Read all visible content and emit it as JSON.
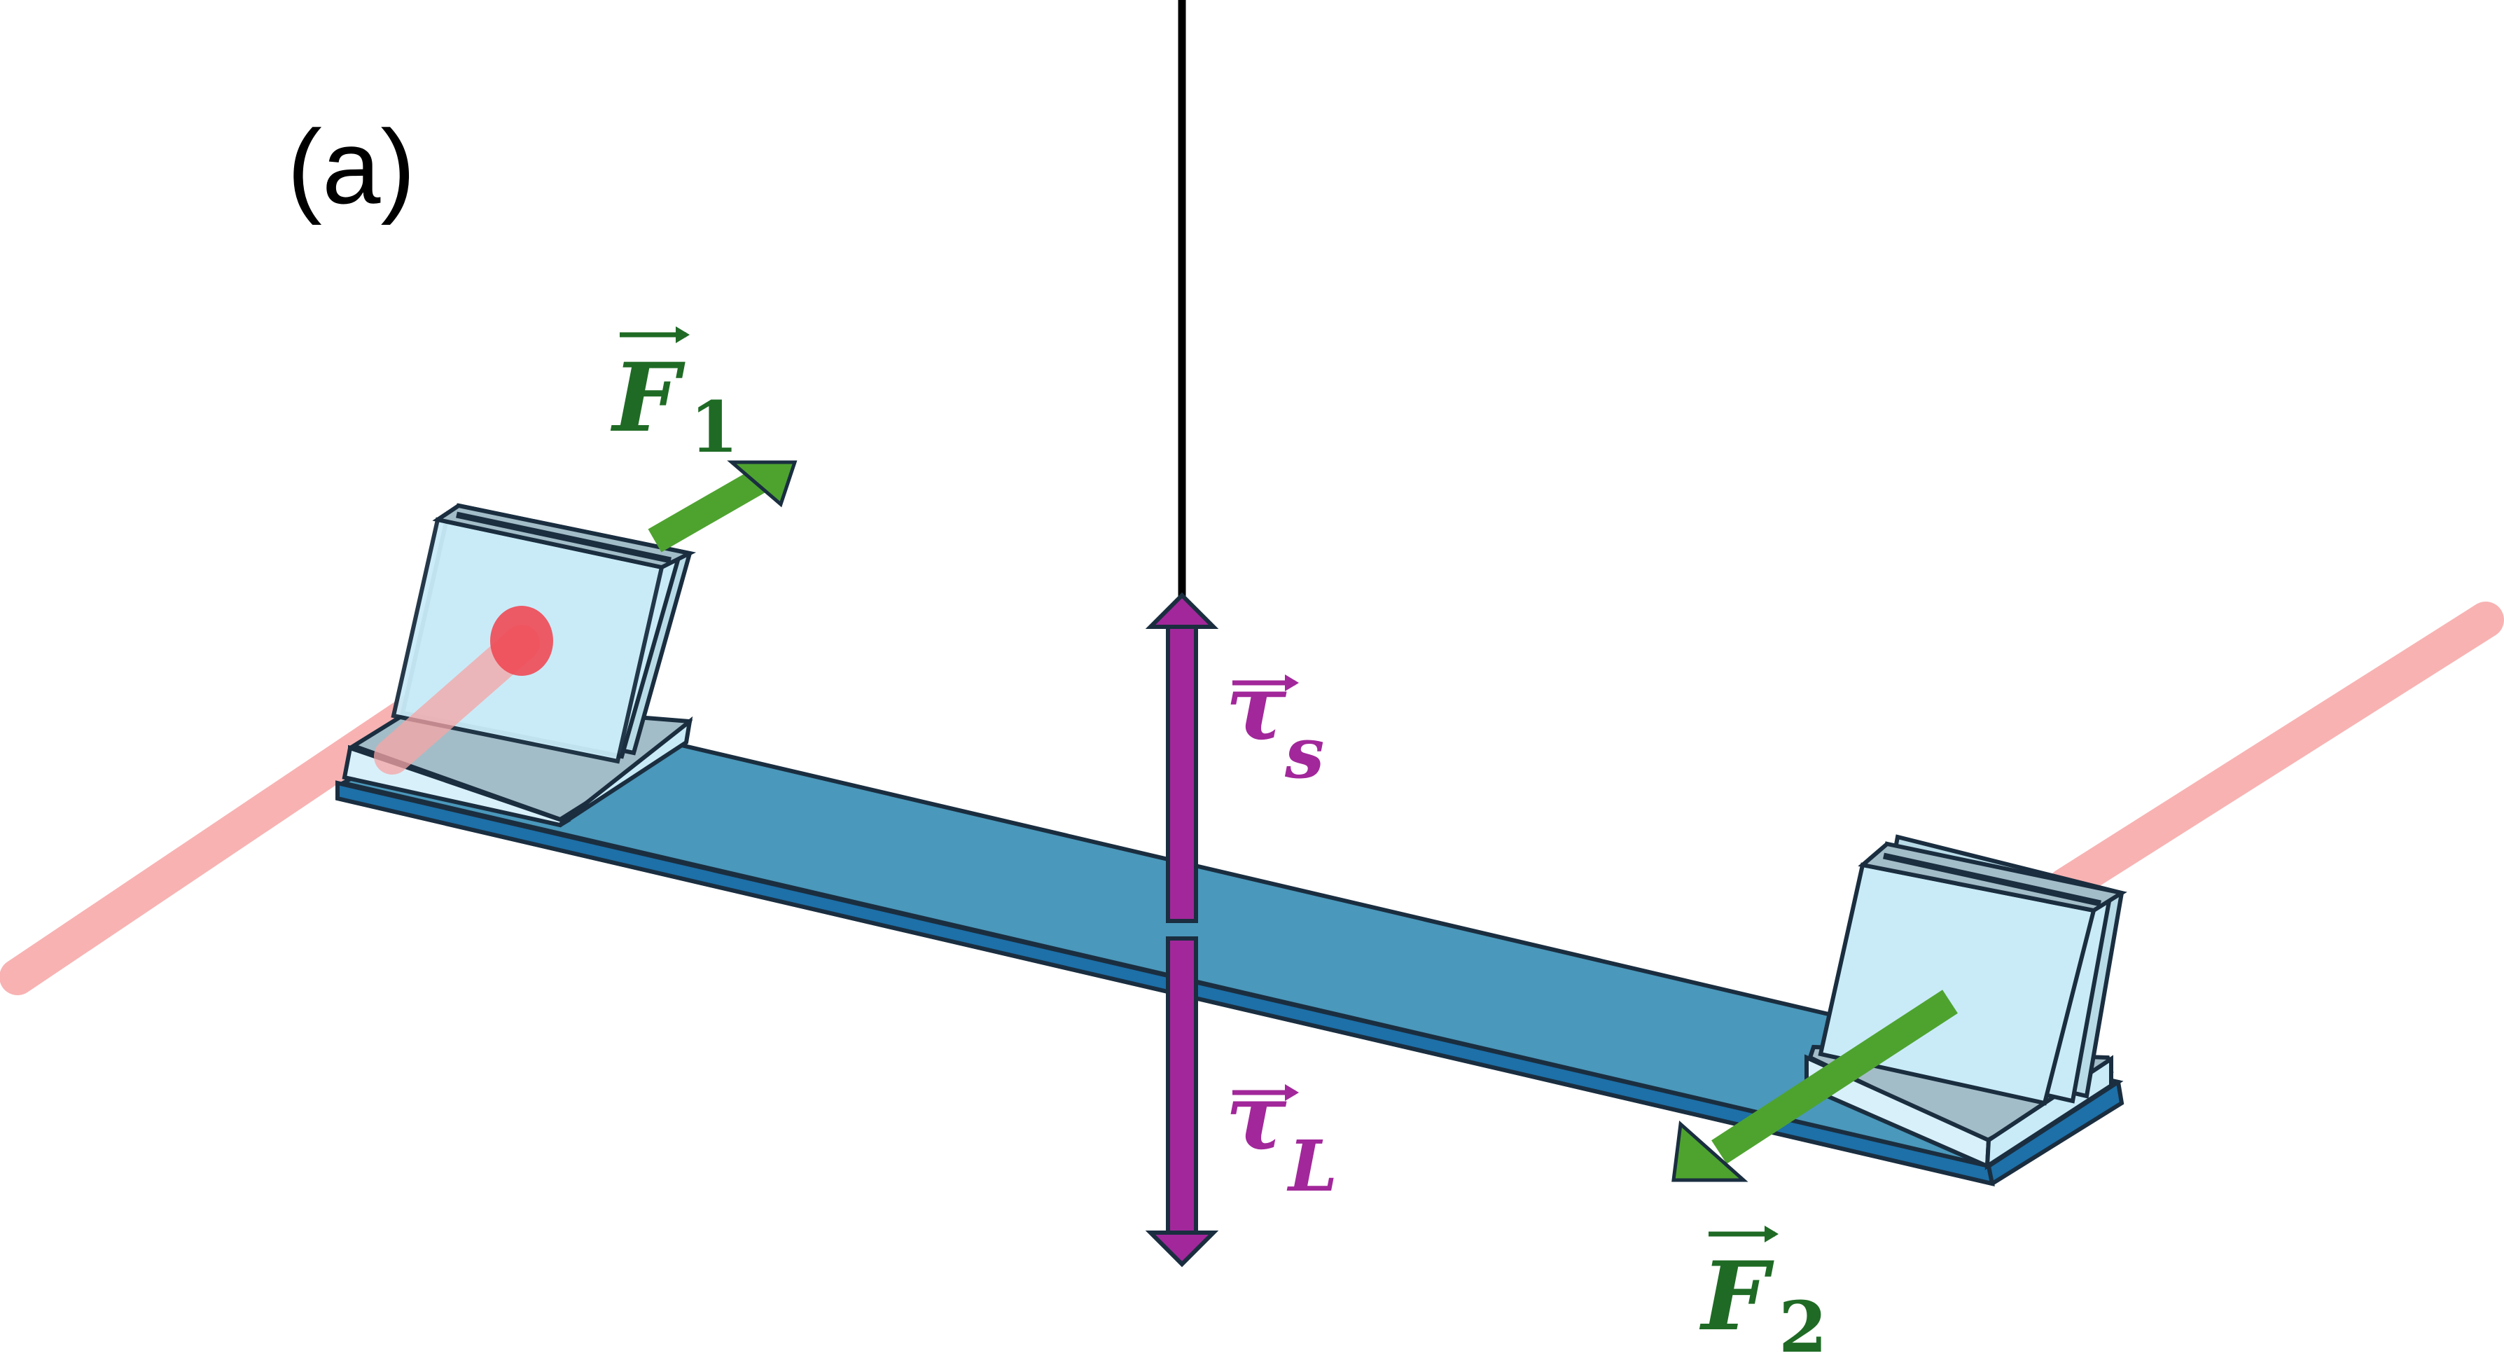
{
  "panel_label": "(a)",
  "labels": {
    "f1": {
      "symbol": "F",
      "subscript": "1"
    },
    "f2": {
      "symbol": "F",
      "subscript": "2"
    },
    "tau_s": {
      "symbol": "τ",
      "subscript": "s"
    },
    "tau_l": {
      "symbol": "τ",
      "subscript": "L"
    }
  },
  "colors": {
    "force_arrow": "#4ea32f",
    "force_label": "#1f6b25",
    "torque": "#a2279a",
    "torque_label": "#a2279a",
    "beam_top": "#4a98bb",
    "beam_side": "#1d70a8",
    "mirror_face": "#c9ebf8",
    "mirror_edge": "#1a2e40",
    "laser": "#f7a5a5",
    "laser_spot": "#f04a55",
    "fiber": "#000000"
  }
}
